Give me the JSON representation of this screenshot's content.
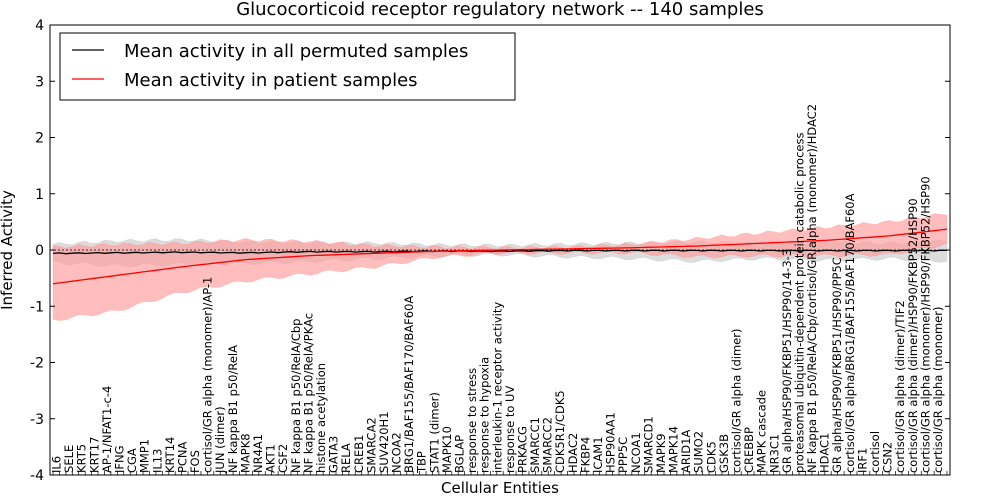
{
  "chart_data": {
    "type": "line",
    "title": "Glucocorticoid receptor regulatory network -- 140 samples",
    "xlabel": "Cellular Entities",
    "ylabel": "Inferred Activity",
    "ylim": [
      -4,
      4
    ],
    "yticks": [
      -4,
      -3,
      -2,
      -1,
      0,
      1,
      2,
      3,
      4
    ],
    "grid": false,
    "legend_position": "top-left",
    "colors": {
      "permuted": "#000000",
      "patient": "#ff0000",
      "permuted_band": "#bfbfbf",
      "patient_band": "#ff9999"
    },
    "categories": [
      "IL6",
      "SELE",
      "KRT5",
      "KRT17",
      "AP-1/NFAT1-c-4",
      "IFNG",
      "CGA",
      "MMP1",
      "IL13",
      "KRT14",
      "PCNA",
      "FOS",
      "cortisol/GR alpha (monomer)/AP-1",
      "JUN (dimer)",
      "NF kappa B1 p50/RelA",
      "MAPK8",
      "NR4A1",
      "AKT1",
      "CSF2",
      "NF kappa B1 p50/RelA/Cbp",
      "NF kappa B1 p50/RelA/PKAc",
      "histone acetylation",
      "GATA3",
      "RELA",
      "CREB1",
      "SMARCA2",
      "SUV420H1",
      "NCOA2",
      "BRG1/BAF155/BAF170/BAF60A",
      "TBP",
      "STAT1 (dimer)",
      "MAPK10",
      "BGLAP",
      "response to stress",
      "response to hypoxia",
      "interleukin-1 receptor activity",
      "response to UV",
      "PRKACG",
      "SMARCC1",
      "SMARCC2",
      "CDK5R1/CDK5",
      "HDAC2",
      "FKBP4",
      "ICAM1",
      "HSP90AA1",
      "PPP5C",
      "NCOA1",
      "SMARCD1",
      "MAPK9",
      "MAPK14",
      "ARID1A",
      "SUMO2",
      "CDK5",
      "GSK3B",
      "cortisol/GR alpha (dimer)",
      "CREBBP",
      "MAPK cascade",
      "NR3C1",
      "GR alpha/HSP90/FKBP51/HSP90/14-3-3",
      "proteasomal ubiquitin-dependent protein catabolic process",
      "NF kappa B1 p50/RelA/Cbp/cortisol/GR alpha (monomer)/HDAC2",
      "HDAC1",
      "GR alpha/HSP90/FKBP51/HSP90/PP5C",
      "cortisol/GR alpha/BRG1/BAF155/BAF170/BAF60A",
      "IRF1",
      "cortisol",
      "CSN2",
      "cortisol/GR alpha (dimer)/TIF2",
      "cortisol/GR alpha (dimer)/HSP90/FKBP52/HSP90",
      "cortisol/GR alpha (monomer)/HSP90/FKBP52/HSP90",
      "cortisol/GR alpha (monomer)"
    ],
    "x_count": 140,
    "series": [
      {
        "name": "Mean activity in all permuted samples",
        "x": [
          0,
          10,
          20,
          30,
          40,
          50,
          60,
          70,
          80,
          90,
          100,
          110,
          120,
          130,
          139
        ],
        "values": [
          -0.06,
          -0.05,
          -0.04,
          -0.05,
          -0.03,
          -0.03,
          -0.02,
          -0.02,
          -0.01,
          -0.01,
          -0.01,
          -0.01,
          -0.01,
          -0.01,
          -0.01
        ],
        "band_lower": [
          -0.22,
          -0.28,
          -0.25,
          -0.24,
          -0.2,
          -0.15,
          -0.1,
          -0.08,
          -0.12,
          -0.15,
          -0.2,
          -0.15,
          -0.18,
          -0.15,
          -0.2
        ],
        "band_upper": [
          0.1,
          0.16,
          0.18,
          0.14,
          0.13,
          0.12,
          0.09,
          0.08,
          0.1,
          0.12,
          0.14,
          0.12,
          0.14,
          0.12,
          0.16
        ]
      },
      {
        "name": "Mean activity in patient samples",
        "x": [
          0,
          10,
          20,
          30,
          40,
          50,
          60,
          70,
          80,
          90,
          100,
          110,
          120,
          130,
          139
        ],
        "values": [
          -0.6,
          -0.45,
          -0.3,
          -0.17,
          -0.1,
          -0.06,
          -0.02,
          0.0,
          0.02,
          0.04,
          0.07,
          0.12,
          0.17,
          0.25,
          0.37
        ],
        "band_lower": [
          -1.25,
          -1.08,
          -0.75,
          -0.55,
          -0.42,
          -0.3,
          -0.12,
          -0.05,
          -0.05,
          -0.05,
          -0.12,
          -0.1,
          -0.1,
          -0.08,
          0.1
        ],
        "band_upper": [
          0.05,
          0.1,
          0.12,
          0.18,
          0.15,
          0.08,
          0.05,
          0.04,
          0.05,
          0.1,
          0.2,
          0.3,
          0.4,
          0.5,
          0.65
        ]
      }
    ]
  }
}
